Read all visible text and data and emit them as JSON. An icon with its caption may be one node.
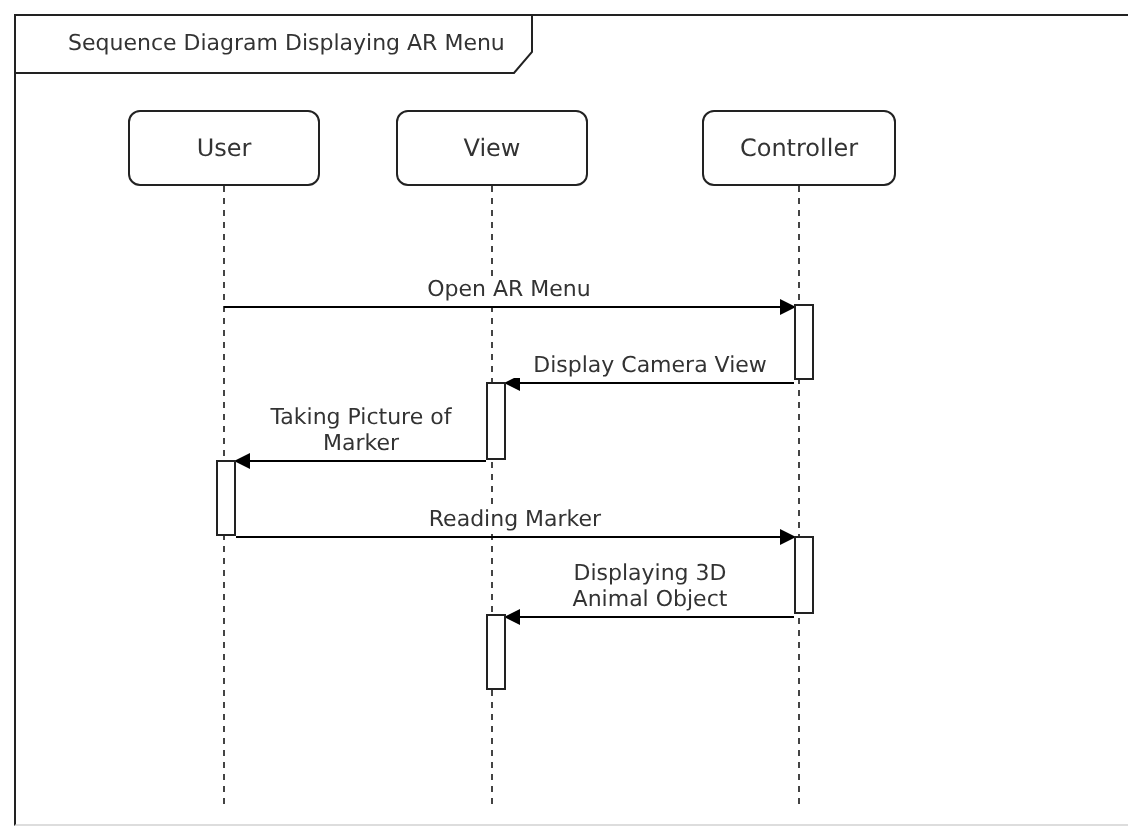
{
  "diagram": {
    "title": "Sequence Diagram Displaying AR Menu",
    "nodes": [
      {
        "text": [
          "User"
        ]
      },
      {
        "text": [
          "View"
        ]
      },
      {
        "text": [
          "Controller"
        ]
      },
      {
        "text": [],
        "shape": "bar"
      },
      {
        "text": [],
        "shape": "bar"
      },
      {
        "text": [],
        "shape": "bar"
      },
      {
        "text": [],
        "shape": "bar"
      },
      {
        "text": [],
        "shape": "bar"
      }
    ],
    "edges": [
      {
        "from": 0,
        "to": 3,
        "arrow": "to",
        "label": "Open AR Menu"
      },
      {
        "from": 3,
        "to": 4,
        "arrow": "to",
        "label": "Display Camera View"
      },
      {
        "from": 4,
        "to": 5,
        "arrow": "to",
        "label": "Taking Picture of Marker"
      },
      {
        "from": 5,
        "to": 6,
        "arrow": "to",
        "label": "Reading Marker"
      },
      {
        "from": 6,
        "to": 7,
        "arrow": "to",
        "label": "Displaying 3D Animal Object"
      }
    ]
  }
}
